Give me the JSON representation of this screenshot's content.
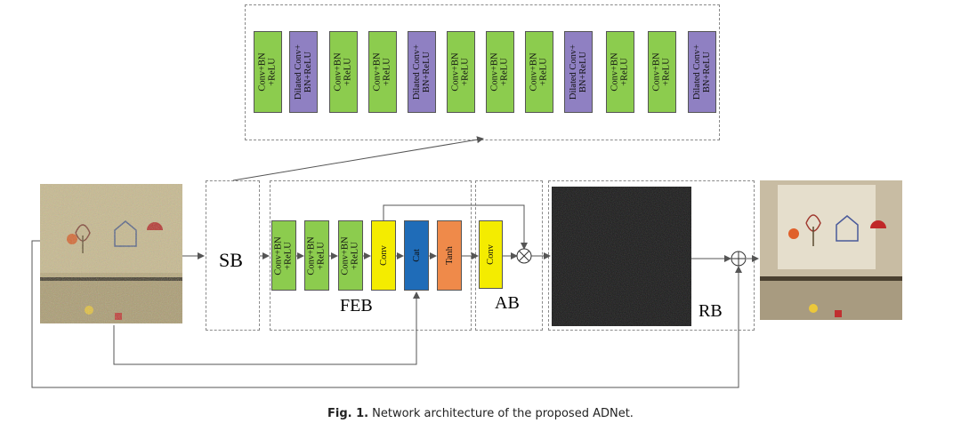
{
  "top_detail_blocks": [
    {
      "label": "Conv+BN\n+ReLU",
      "color": "green"
    },
    {
      "label": "Dilated Conv+\nBN+ReLU",
      "color": "purple"
    },
    {
      "label": "Conv+BN\n+ReLU",
      "color": "green"
    },
    {
      "label": "Conv+BN\n+ReLU",
      "color": "green"
    },
    {
      "label": "Dilated Conv+\nBN+ReLU",
      "color": "purple"
    },
    {
      "label": "Conv+BN\n+ReLU",
      "color": "green"
    },
    {
      "label": "Conv+BN\n+ReLU",
      "color": "green"
    },
    {
      "label": "Conv+BN\n+ReLU",
      "color": "green"
    },
    {
      "label": "Dilated Conv+\nBN+ReLU",
      "color": "purple"
    },
    {
      "label": "Conv+BN\n+ReLU",
      "color": "green"
    },
    {
      "label": "Conv+BN\n+ReLU",
      "color": "green"
    },
    {
      "label": "Dilated Conv+\nBN+ReLU",
      "color": "purple"
    }
  ],
  "sb": {
    "label": "SB"
  },
  "feb": {
    "label": "FEB",
    "blocks": [
      {
        "label": "Conv+BN\n+ReLU",
        "color": "green"
      },
      {
        "label": "Conv+BN\n+ReLU",
        "color": "green"
      },
      {
        "label": "Conv+BN\n+ReLU",
        "color": "green"
      },
      {
        "label": "Conv",
        "color": "yellow"
      },
      {
        "label": "Cat",
        "color": "blue"
      },
      {
        "label": "Tanh",
        "color": "orange"
      }
    ]
  },
  "ab": {
    "label": "AB",
    "block": {
      "label": "Conv",
      "color": "yellow"
    }
  },
  "rb": {
    "label": "RB"
  },
  "operators": {
    "multiply": "⊗",
    "add": "⊕"
  },
  "images": {
    "input": "noisy-input-photo",
    "residual": "residual-noise-map",
    "output": "clean-output-photo"
  },
  "colors": {
    "green": "#8ccc4e",
    "purple": "#8f80c2",
    "yellow": "#f4ec00",
    "blue": "#1f6cb8",
    "orange": "#ef8a4a"
  },
  "caption": {
    "prefix": "Fig. 1.",
    "text": "Network architecture of the proposed ADNet."
  }
}
